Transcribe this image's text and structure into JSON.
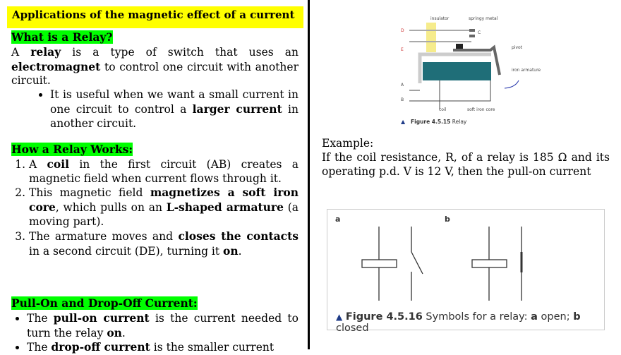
{
  "title": "Applications of the magnetic effect of a current",
  "s1": {
    "heading": "What is a Relay?",
    "p_a": "A ",
    "p_b": "relay",
    "p_c": " is a type of switch that uses an ",
    "p_d": "electromagnet",
    "p_e": " to control one circuit with another circuit.",
    "bullet_a": "It is useful when we want a small current in one circuit to control a ",
    "bullet_b": "larger current",
    "bullet_c": " in another circuit."
  },
  "s2": {
    "heading": "How a Relay Works:",
    "i1a": "A ",
    "i1b": "coil",
    "i1c": " in the first circuit (AB) creates a magnetic field when current flows through it.",
    "i2a": "This magnetic field ",
    "i2b": "magnetizes a soft iron core",
    "i2c": ", which pulls on an ",
    "i2d": "L-shaped armature",
    "i2e": " (a moving part).",
    "i3a": "The armature moves and ",
    "i3b": "closes the contacts",
    "i3c": " in a second circuit (DE), turning it ",
    "i3d": "on",
    "i3e": "."
  },
  "s3": {
    "heading": "Pull-On and Drop-Off Current:",
    "b1a": "The ",
    "b1b": "pull-on current",
    "b1c": " is the current needed to turn the relay ",
    "b1d": "on",
    "b1e": ".",
    "b2a": "The ",
    "b2b": "drop-off current",
    "b2c": " is the smaller current"
  },
  "fig1": {
    "labels": {
      "insulator": "insulator",
      "springy": "springy metal",
      "d": "D",
      "e": "E",
      "c": "C",
      "pivot": "pivot",
      "armature": "iron armature",
      "a": "A",
      "b": "B",
      "coil": "coil",
      "core": "soft iron core"
    },
    "caption_bold": "Figure 4.5.15",
    "caption": " Relay"
  },
  "example": {
    "label": "Example:",
    "text": "If the coil resistance, R, of a relay is 185 Ω and its operating p.d. V is 12 V, then the pull-on current"
  },
  "fig2": {
    "a": "a",
    "b": "b",
    "caption_bold": "Figure 4.5.16",
    "caption_1": " Symbols for a relay: ",
    "cap_a": "a",
    "caption_2": " open; ",
    "cap_b": "b",
    "caption_3": " closed"
  },
  "colors": {
    "title_bg": "#ffff00",
    "heading_bg": "#00ff00",
    "coil": "#1f6e78",
    "triangle": "#1f3c88"
  }
}
